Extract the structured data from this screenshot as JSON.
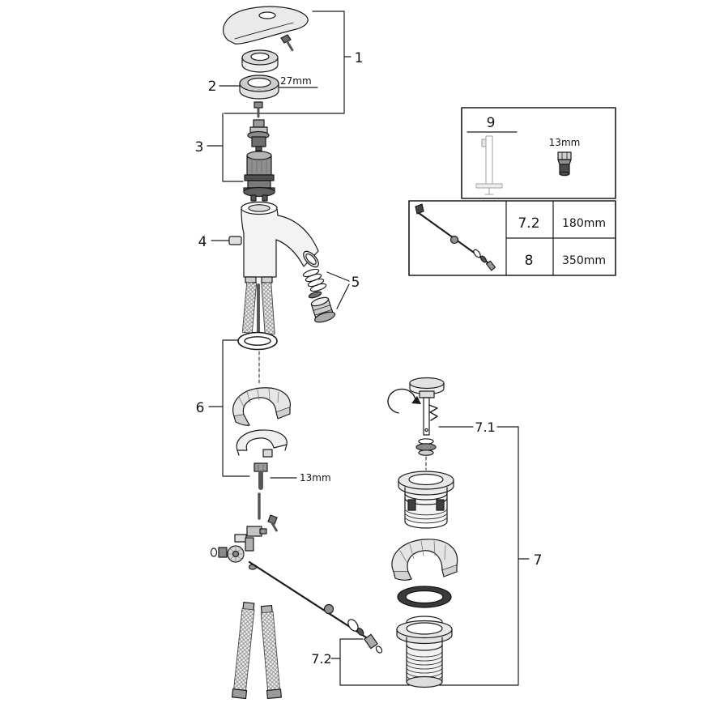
{
  "callouts": {
    "n1": "1",
    "n2": "2",
    "n3": "3",
    "n4": "4",
    "n5": "5",
    "n6": "6",
    "n7": "7",
    "n7_1": "7.1",
    "n7_2": "7.2",
    "n9": "9"
  },
  "dimensions": {
    "escutcheon_ring": "27mm",
    "mounting_screw": "13mm",
    "tool_bit": "13mm"
  },
  "rod_table": {
    "rows": [
      {
        "ref": "7.2",
        "length": "180mm"
      },
      {
        "ref": "8",
        "length": "350mm"
      }
    ]
  }
}
